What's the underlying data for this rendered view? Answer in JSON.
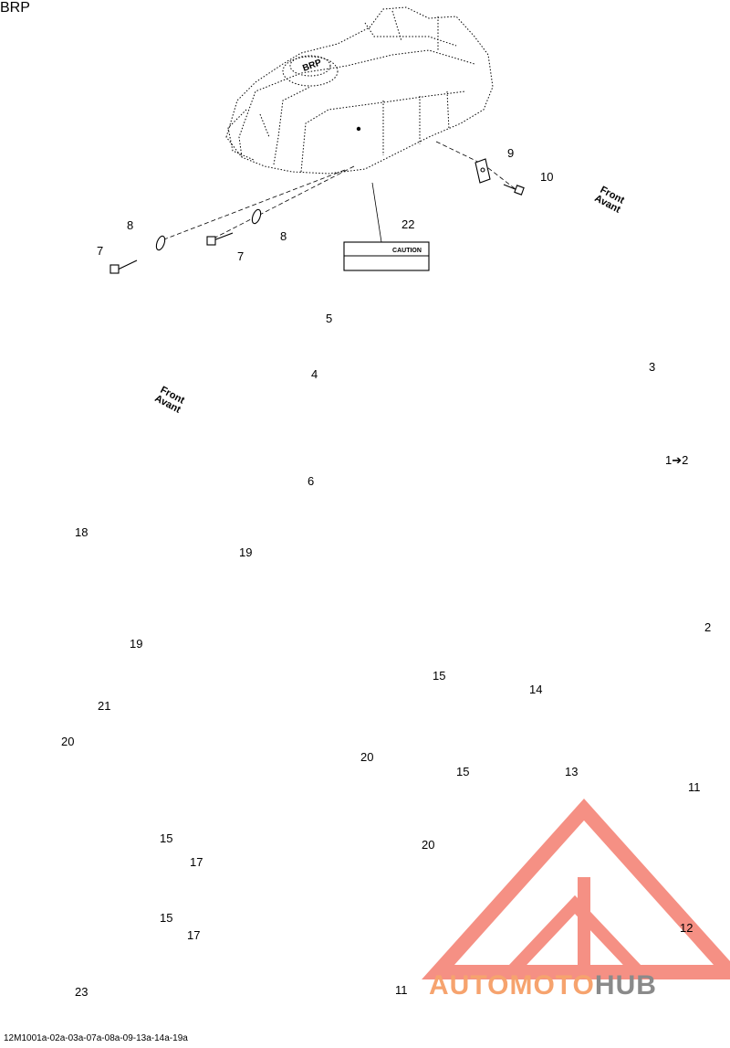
{
  "diagram": {
    "top_section_labels": [
      {
        "id": "lbl-9",
        "text": "9"
      },
      {
        "id": "lbl-10",
        "text": "10"
      },
      {
        "id": "lbl-8a",
        "text": "8"
      },
      {
        "id": "lbl-8b",
        "text": "8"
      },
      {
        "id": "lbl-7a",
        "text": "7"
      },
      {
        "id": "lbl-7b",
        "text": "7"
      },
      {
        "id": "lbl-22",
        "text": "22"
      }
    ],
    "bottom_section_labels": [
      {
        "id": "lbl-5",
        "text": "5"
      },
      {
        "id": "lbl-4",
        "text": "4"
      },
      {
        "id": "lbl-6",
        "text": "6"
      },
      {
        "id": "lbl-3",
        "text": "3"
      },
      {
        "id": "lbl-1-2",
        "text": "1➔2"
      },
      {
        "id": "lbl-2",
        "text": "2"
      },
      {
        "id": "lbl-18",
        "text": "18"
      },
      {
        "id": "lbl-19a",
        "text": "19"
      },
      {
        "id": "lbl-19b",
        "text": "19"
      },
      {
        "id": "lbl-15a",
        "text": "15"
      },
      {
        "id": "lbl-14",
        "text": "14"
      },
      {
        "id": "lbl-21",
        "text": "21"
      },
      {
        "id": "lbl-20a",
        "text": "20"
      },
      {
        "id": "lbl-20b",
        "text": "20"
      },
      {
        "id": "lbl-20c",
        "text": "20"
      },
      {
        "id": "lbl-15b",
        "text": "15"
      },
      {
        "id": "lbl-13",
        "text": "13"
      },
      {
        "id": "lbl-11a",
        "text": "11"
      },
      {
        "id": "lbl-15c",
        "text": "15"
      },
      {
        "id": "lbl-17a",
        "text": "17"
      },
      {
        "id": "lbl-15d",
        "text": "15"
      },
      {
        "id": "lbl-17b",
        "text": "17"
      },
      {
        "id": "lbl-12",
        "text": "12"
      },
      {
        "id": "lbl-11b",
        "text": "11"
      },
      {
        "id": "lbl-23",
        "text": "23"
      }
    ],
    "front_arrows": [
      {
        "line1": "Front",
        "line2": "Avant"
      },
      {
        "line1": "Front",
        "line2": "Avant"
      }
    ],
    "caution_label": "CAUTION",
    "cap_brand": "BRP",
    "footer_code": "12M1001a-02a-03a-07a-08a-09-13a-14a-19a",
    "watermark": {
      "part1": "AUTOMOTO",
      "part2": "HUB",
      "colors": {
        "red": "#f26b5b",
        "orange": "#f6a36e",
        "gray": "#8a8a8a"
      }
    }
  }
}
